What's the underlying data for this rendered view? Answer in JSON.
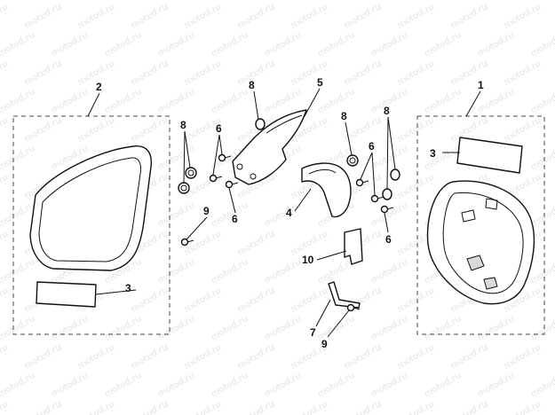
{
  "watermark": {
    "text": "motod.ru"
  },
  "callouts": {
    "c1": "1",
    "c2": "2",
    "c3a": "3",
    "c3b": "3",
    "c4": "4",
    "c5": "5",
    "c6a": "6",
    "c6b": "6",
    "c6c": "6",
    "c6d": "6",
    "c7": "7",
    "c8a": "8",
    "c8b": "8",
    "c8c": "8",
    "c8d": "8",
    "c9a": "9",
    "c9b": "9",
    "c10": "10"
  }
}
